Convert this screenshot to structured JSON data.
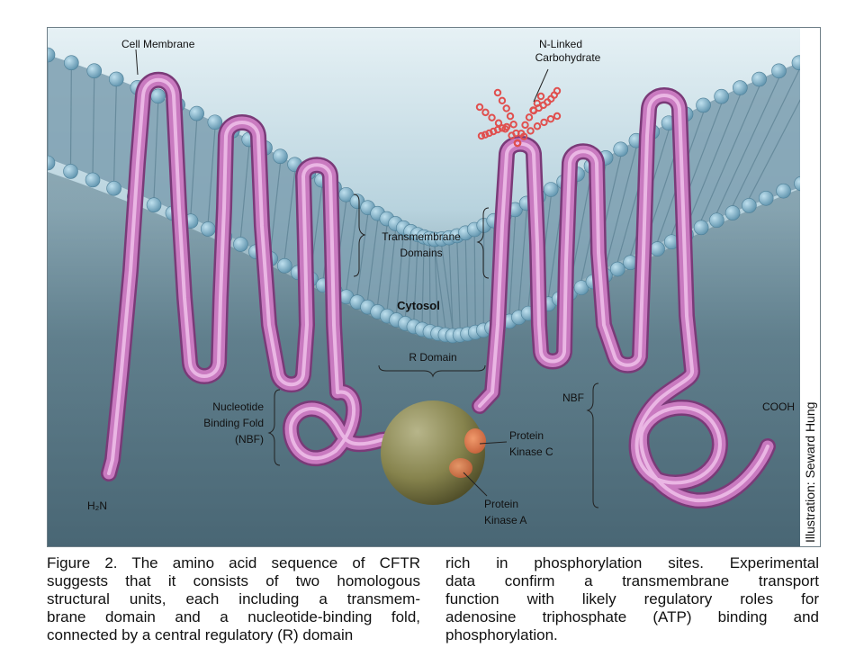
{
  "figure": {
    "labels": {
      "cell_membrane": "Cell Membrane",
      "n_linked_1": "N-Linked",
      "n_linked_2": "Carbohydrate",
      "tm_domains_1": "Transmembrane",
      "tm_domains_2": "Domains",
      "cytosol": "Cytosol",
      "r_domain": "R Domain",
      "nbf_left_1": "Nucleotide",
      "nbf_left_2": "Binding Fold",
      "nbf_left_3": "(NBF)",
      "nbf_right": "NBF",
      "pkc_1": "Protein",
      "pkc_2": "Kinase C",
      "pka_1": "Protein",
      "pka_2": "Kinase A",
      "n_terminus": "H₂N",
      "c_terminus": "COOH"
    },
    "credit": "Illustration: Seward Hung",
    "colors": {
      "protein": "#c97ac0",
      "membrane_head": "#7fb0c8",
      "background_top": "#dfeef3",
      "background_bottom": "#4f6e7d",
      "r_domain": "#8c8a52",
      "kinase": "#d9784a",
      "carbohydrate": "#e0504f"
    }
  },
  "caption": {
    "left_lines": [
      "Figure 2. The amino acid sequence of CFTR",
      "suggests that it consists of two homologous",
      "structural units, each including a transmem-",
      "brane domain and a nucleotide-binding fold,",
      "connected by a central regulatory (R) domain"
    ],
    "right_lines": [
      "rich in phosphorylation sites. Experimental",
      "data confirm a transmembrane transport",
      "function with likely regulatory roles for",
      "adenosine triphosphate (ATP) binding and",
      "phosphorylation."
    ]
  }
}
